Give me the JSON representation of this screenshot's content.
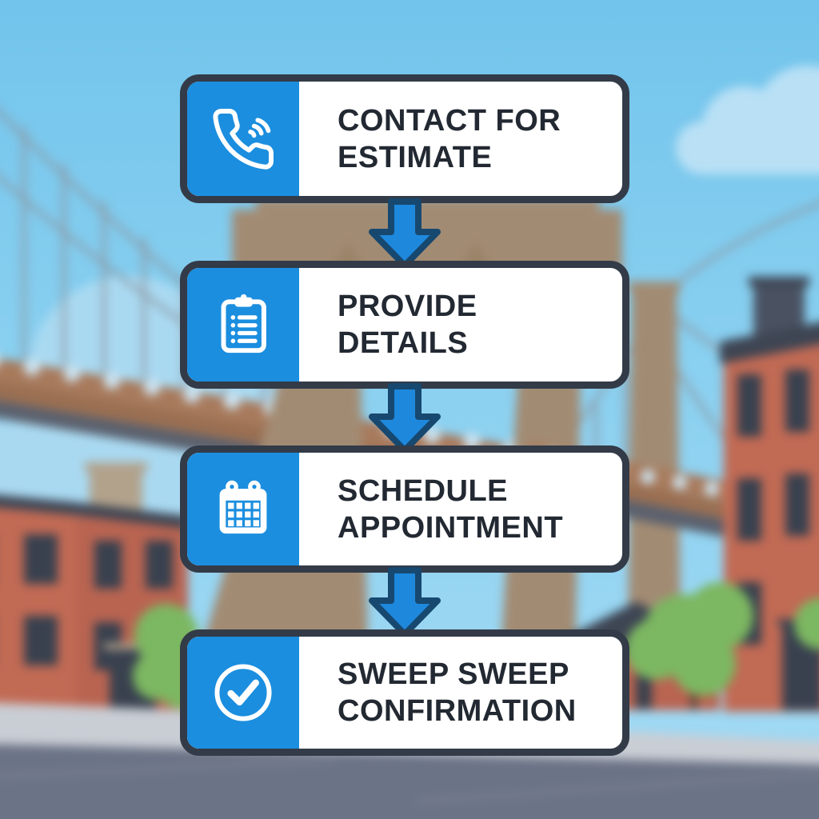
{
  "flow": {
    "steps": [
      {
        "id": "contact-for-estimate",
        "icon": "phone-icon",
        "lines": [
          "CONTACT FOR",
          "ESTIMATE"
        ]
      },
      {
        "id": "provide-details",
        "icon": "clipboard-icon",
        "lines": [
          "PROVIDE",
          "DETAILS"
        ]
      },
      {
        "id": "schedule-appointment",
        "icon": "calendar-icon",
        "lines": [
          "SCHEDULE",
          "APPOINTMENT"
        ]
      },
      {
        "id": "sweep-sweep-confirmation",
        "icon": "check-circle-icon",
        "lines": [
          "SWEEP SWEEP",
          "CONFIRMATION"
        ]
      }
    ],
    "connector": "down-arrow"
  },
  "background": {
    "scene": "blurred cartoon city street with suspension bridge, brick buildings, trees and road"
  },
  "colors": {
    "accent_blue": "#1b8edf",
    "arrow_fill": "#1e88dc",
    "arrow_outline": "#17486f",
    "box_border": "#333b48",
    "box_bg": "#ffffff",
    "text": "#232932",
    "icon": "#ffffff",
    "sky_top": "#72c4ec",
    "sky_bottom": "#a5dbf4",
    "cloud": "#a9d9f1",
    "building_red": "#c16a54",
    "window": "#39414f",
    "roof": "#3e4553",
    "bridge_tan": "#a28b73",
    "deck_brown": "#9a6f52",
    "tree_green": "#7cb761",
    "road": "#6b7386",
    "sidewalk": "#c9cdd4"
  }
}
